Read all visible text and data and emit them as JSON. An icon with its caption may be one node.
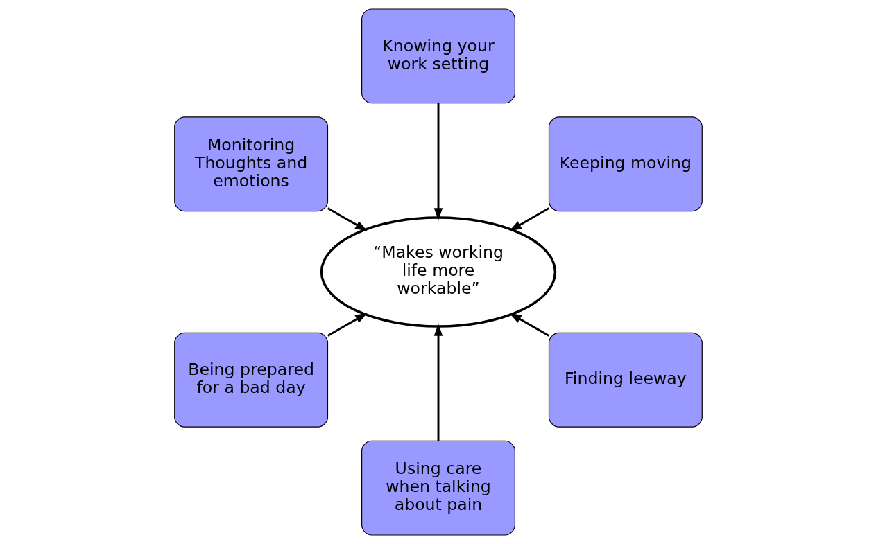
{
  "diagram": {
    "nodes": [
      {
        "text": [
          "Keeping moving"
        ]
      },
      {
        "text": [
          "Knowing your work setting"
        ]
      },
      {
        "text": [
          "Monitoring Thoughts and emotions"
        ]
      },
      {
        "text": [
          "“Makes working life more workable”"
        ]
      },
      {
        "text": [
          "Being prepared for a bad day"
        ]
      },
      {
        "text": [
          "Using care when talking about pain"
        ]
      },
      {
        "text": [
          "Finding leeway"
        ]
      }
    ],
    "edges": [
      {
        "from": 0,
        "to": 3,
        "arrow": "to"
      },
      {
        "from": 1,
        "to": 3,
        "arrow": "to"
      },
      {
        "from": 2,
        "to": 3,
        "arrow": "to"
      },
      {
        "from": 4,
        "to": 3,
        "arrow": "to"
      },
      {
        "from": 5,
        "to": 3,
        "arrow": "to"
      },
      {
        "from": 6,
        "to": 3,
        "arrow": "to"
      }
    ]
  }
}
